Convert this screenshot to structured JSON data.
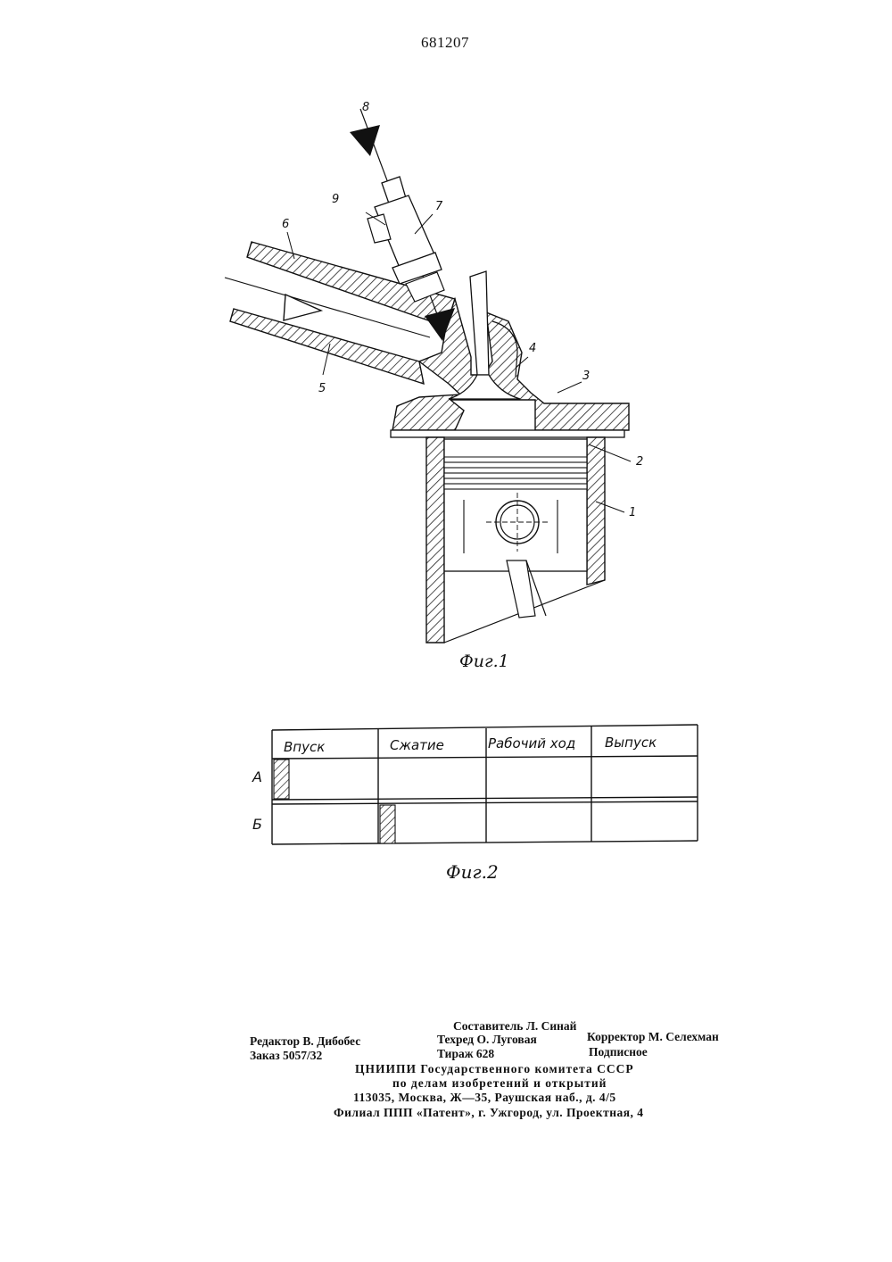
{
  "patent_number": "681207",
  "figure1": {
    "caption": "Фиг.1",
    "labels": {
      "l1": "1",
      "l2": "2",
      "l3": "3",
      "l4": "4",
      "l5": "5",
      "l6": "6",
      "l7": "7",
      "l8": "8",
      "l9": "9"
    }
  },
  "figure2": {
    "caption": "Фиг.2",
    "columns": [
      "Впуск",
      "Сжатие",
      "Рабочий ход",
      "Выпуск"
    ],
    "rows": [
      "А",
      "Б"
    ]
  },
  "imprint": {
    "compiler": "Составитель Л. Синай",
    "editor": "Редактор В. Дибобес",
    "techred": "Техред О. Луговая",
    "corrector": "Корректор М. Селехман",
    "order": "Заказ 5057/32",
    "circulation": "Тираж 628",
    "subscription": "Подписное",
    "org_line1": "ЦНИИПИ Государственного комитета СССР",
    "org_line2": "по делам изобретений и открытий",
    "address": "113035, Москва, Ж—35, Раушская наб., д. 4/5",
    "branch": "Филиал ППП «Патент», г. Ужгород, ул. Проектная, 4"
  }
}
